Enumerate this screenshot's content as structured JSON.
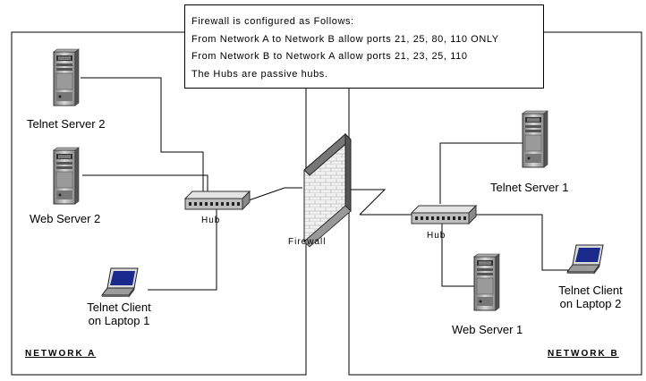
{
  "note": {
    "lines": [
      "Firewall is configured as Follows:",
      "From Network A to Network B allow ports 21, 25, 80, 110 ONLY",
      "From Network B to Network A allow ports 21, 23, 25, 110",
      "The Hubs are passive hubs."
    ]
  },
  "network_a": {
    "label": "NETWORK A",
    "telnet_server": "Telnet Server 2",
    "web_server": "Web Server 2",
    "hub": "Hub",
    "laptop_line1": "Telnet Client",
    "laptop_line2": "on Laptop 1"
  },
  "firewall": {
    "label": "Firewall"
  },
  "network_b": {
    "label": "NETWORK B",
    "telnet_server": "Telnet Server 1",
    "web_server": "Web Server 1",
    "hub": "Hub",
    "laptop_line1": "Telnet Client",
    "laptop_line2": "on Laptop 2"
  }
}
